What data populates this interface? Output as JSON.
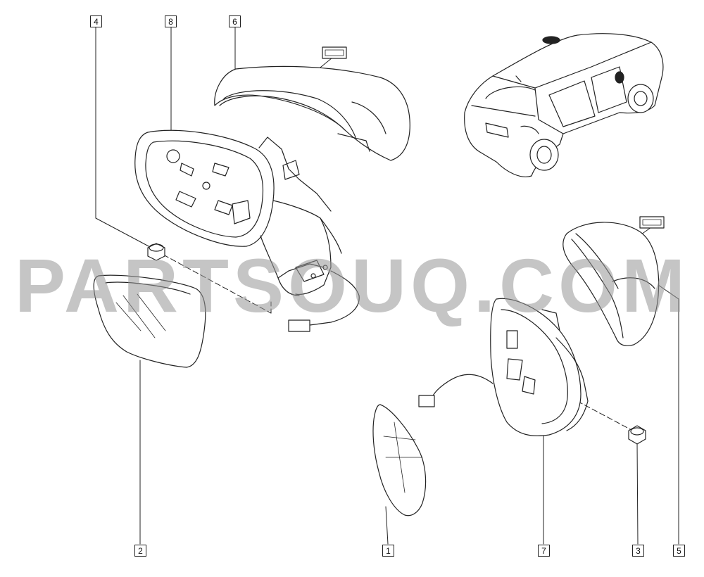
{
  "diagram": {
    "callouts": {
      "c1": "1",
      "c2": "2",
      "c3": "3",
      "c4": "4",
      "c5": "5",
      "c6": "6",
      "c7": "7",
      "c8": "8"
    },
    "watermark": "PARTSOUQ.COM"
  },
  "colors": {
    "line": "#222222",
    "watermark": "#969696"
  }
}
